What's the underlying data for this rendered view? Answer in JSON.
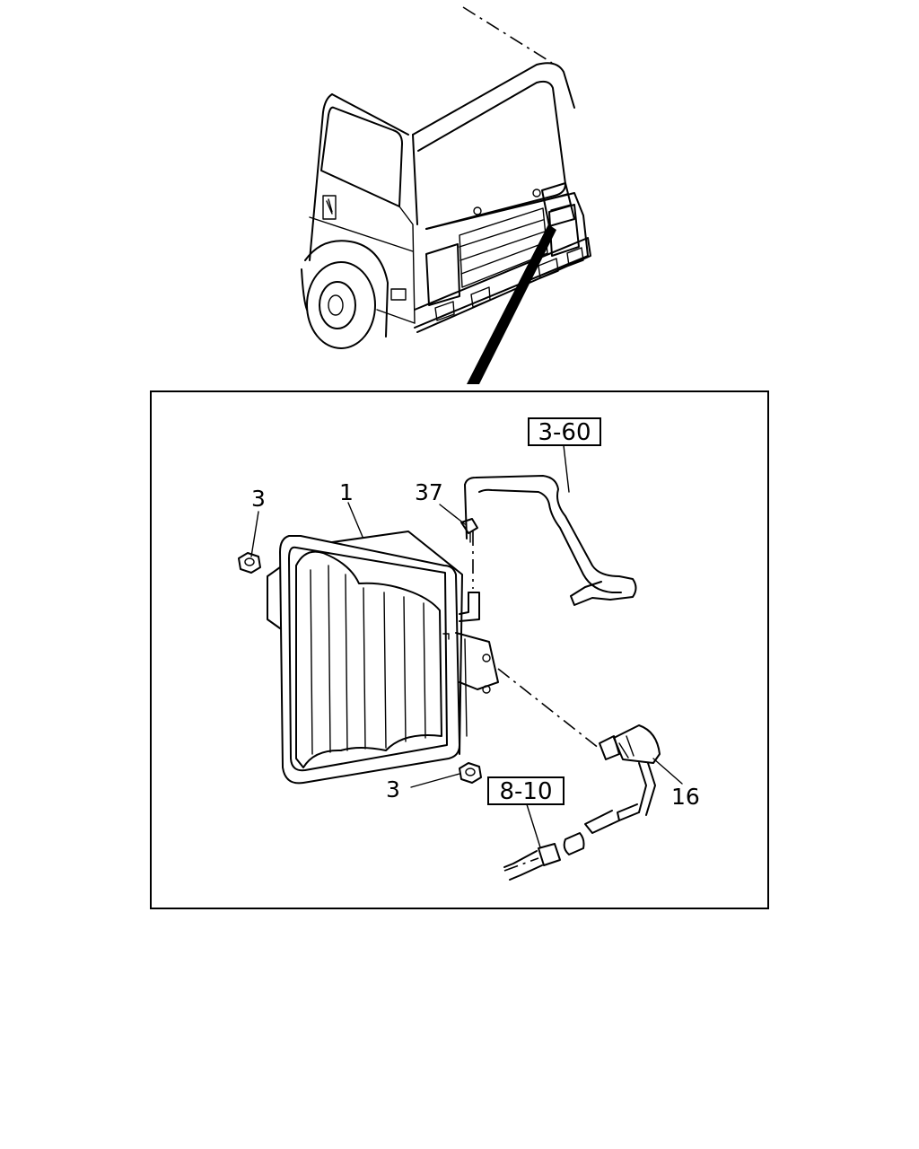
{
  "diagram": {
    "part_labels": {
      "p1": "1",
      "p3_top": "3",
      "p3_bottom": "3",
      "p16": "16",
      "p37": "37"
    },
    "reference_boxes": {
      "r360": "3-60",
      "r810": "8-10"
    },
    "colors": {
      "line": "#000000",
      "background": "#ffffff"
    }
  }
}
